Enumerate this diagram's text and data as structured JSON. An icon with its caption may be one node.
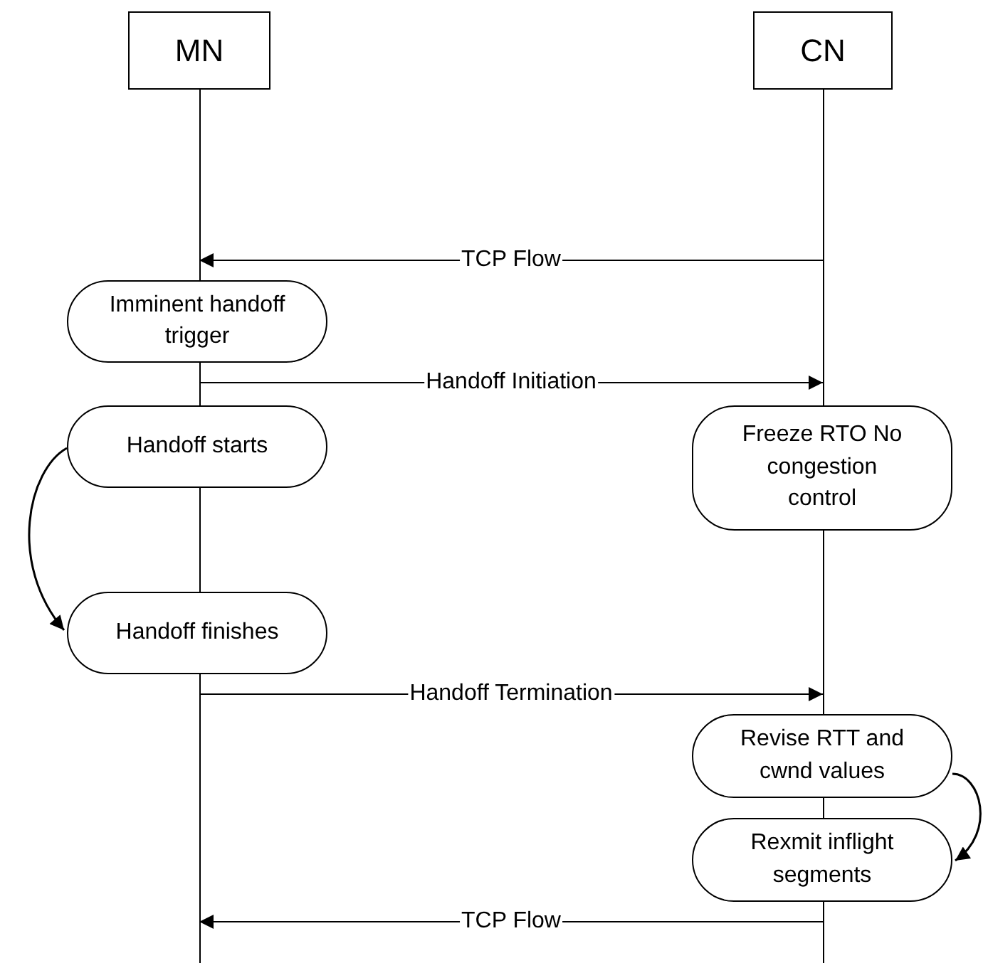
{
  "diagram": {
    "nodes": [
      {
        "text": [
          "MN"
        ]
      },
      {
        "text": [
          "CN"
        ]
      },
      {
        "text": [
          "Imminent handoff trigger"
        ]
      },
      {
        "text": [
          "Handoff starts"
        ]
      },
      {
        "text": [
          "Freeze RTO No congestion control"
        ]
      },
      {
        "text": [
          "Handoff finishes"
        ]
      },
      {
        "text": [
          "Revise RTT and cwnd values"
        ]
      },
      {
        "text": [
          "Rexmit inflight segments"
        ]
      }
    ],
    "edges": [
      {
        "from": 1,
        "to": 0,
        "arrow": "to",
        "label": "TCP Flow"
      },
      {
        "from": 0,
        "to": 1,
        "arrow": "to",
        "label": "Handoff Initiation"
      },
      {
        "from": 3,
        "to": 5,
        "arrow": "to"
      },
      {
        "from": 0,
        "to": 1,
        "arrow": "to",
        "label": "Handoff Termination"
      },
      {
        "from": 6,
        "to": 7,
        "arrow": "to"
      },
      {
        "from": 1,
        "to": 0,
        "arrow": "to",
        "label": "TCP Flow"
      }
    ]
  }
}
